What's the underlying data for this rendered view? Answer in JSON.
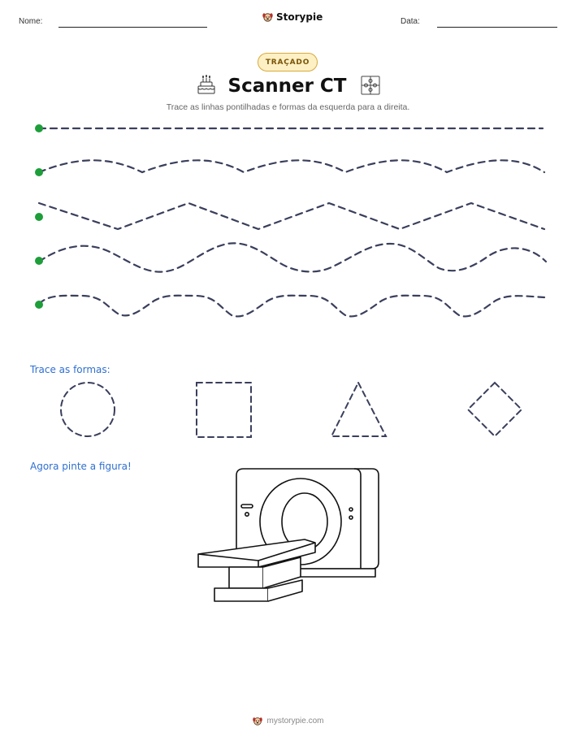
{
  "header": {
    "name_label": "Nome:",
    "date_label": "Data:",
    "brand": "Storypie",
    "brand_icon": "dog-mascot-icon"
  },
  "badge": "TRAÇADO",
  "title": {
    "text": "Scanner CT",
    "left_icon": "birthday-cake-icon",
    "right_icon": "puzzle-icon"
  },
  "instructions": "Trace as linhas pontilhadas e formas da esquerda para a direita.",
  "colors": {
    "start_dot": "#1e9e3a",
    "dash": "#3a3f5c",
    "badge_bg": "#fdf0c4",
    "badge_border": "#d9a93a",
    "section_text": "#2f6fd0"
  },
  "trace_lines": [
    {
      "pattern": "straight"
    },
    {
      "pattern": "wave"
    },
    {
      "pattern": "zigzag"
    },
    {
      "pattern": "wave"
    },
    {
      "pattern": "bumps"
    }
  ],
  "shapes_section": {
    "label": "Trace as formas:",
    "shapes": [
      "circle",
      "square",
      "triangle",
      "diamond"
    ]
  },
  "coloring_section": {
    "label": "Agora pinte a figura!",
    "figure": "ct-scanner-illustration"
  },
  "footer": {
    "text": "mystorypie.com",
    "icon": "dog-mascot-icon"
  }
}
